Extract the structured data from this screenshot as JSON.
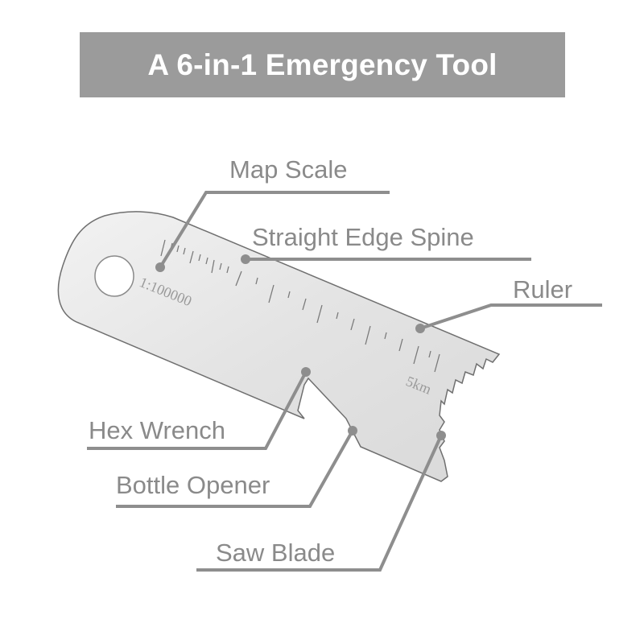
{
  "title": "A 6-in-1 Emergency Tool",
  "colors": {
    "banner_bg": "#9b9b9b",
    "banner_text": "#ffffff",
    "callout": "#8e8e8e",
    "label_text": "#8a8a8a",
    "metal": "#e6e6e6",
    "metal_edge": "#6f6f6f"
  },
  "engravings": {
    "scale_ratio": "1:100000",
    "distance": "5km"
  },
  "callouts": [
    {
      "label": "Map Scale",
      "target": "scale markings near hole"
    },
    {
      "label": "Straight Edge Spine",
      "target": "top straight edge"
    },
    {
      "label": "Ruler",
      "target": "ruler tick marks"
    },
    {
      "label": "Hex Wrench",
      "target": "hex notch"
    },
    {
      "label": "Bottle Opener",
      "target": "opener slot"
    },
    {
      "label": "Saw Blade",
      "target": "serrated edge"
    }
  ]
}
